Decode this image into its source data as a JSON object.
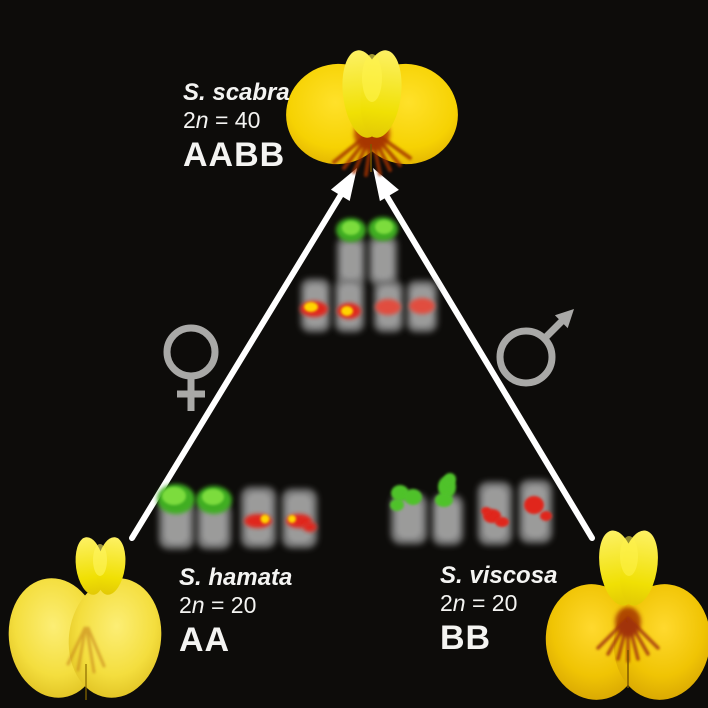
{
  "figure": {
    "background": "#0d0c0a",
    "text_color": "#f4f4f2",
    "arrow_color": "#ffffff",
    "symbol_gray": "#a9a9a7"
  },
  "species": {
    "hybrid": {
      "name": "S. scabra",
      "ploidy_pre": "2",
      "ploidy_n": "n",
      "ploidy_post": " = 40",
      "genome": "AABB"
    },
    "maternal": {
      "name": "S. hamata",
      "ploidy_pre": "2",
      "ploidy_n": "n",
      "ploidy_post": " = 20",
      "genome": "AA"
    },
    "paternal": {
      "name": "S. viscosa",
      "ploidy_pre": "2",
      "ploidy_n": "n",
      "ploidy_post": " = 20",
      "genome": "BB"
    }
  },
  "symbols": {
    "female": "♀",
    "male": "♂"
  },
  "fish_panels": {
    "hybrid": {
      "chromosome_count": 6,
      "signals": [
        "green-telomere x2",
        "red-yellow-centromere x2",
        "red-centromere x2"
      ]
    },
    "maternal": {
      "chromosome_count": 4,
      "signals": [
        "green-telomere x2",
        "red-yellow-centromere x2"
      ]
    },
    "paternal": {
      "chromosome_count": 4,
      "signals": [
        "green-telomere x2",
        "red-centromere x2"
      ]
    }
  },
  "colors": {
    "flower_yellow_hybrid": "#f6d203",
    "flower_yellow_pale": "#f4de3e",
    "flower_yellow_deep": "#f0c404",
    "flower_streak_red": "#a23306",
    "fish_green": "#4fc22a",
    "fish_red": "#e0281a",
    "fish_yellow": "#ffd400",
    "chromosome_gray": "#8b8b8b"
  }
}
